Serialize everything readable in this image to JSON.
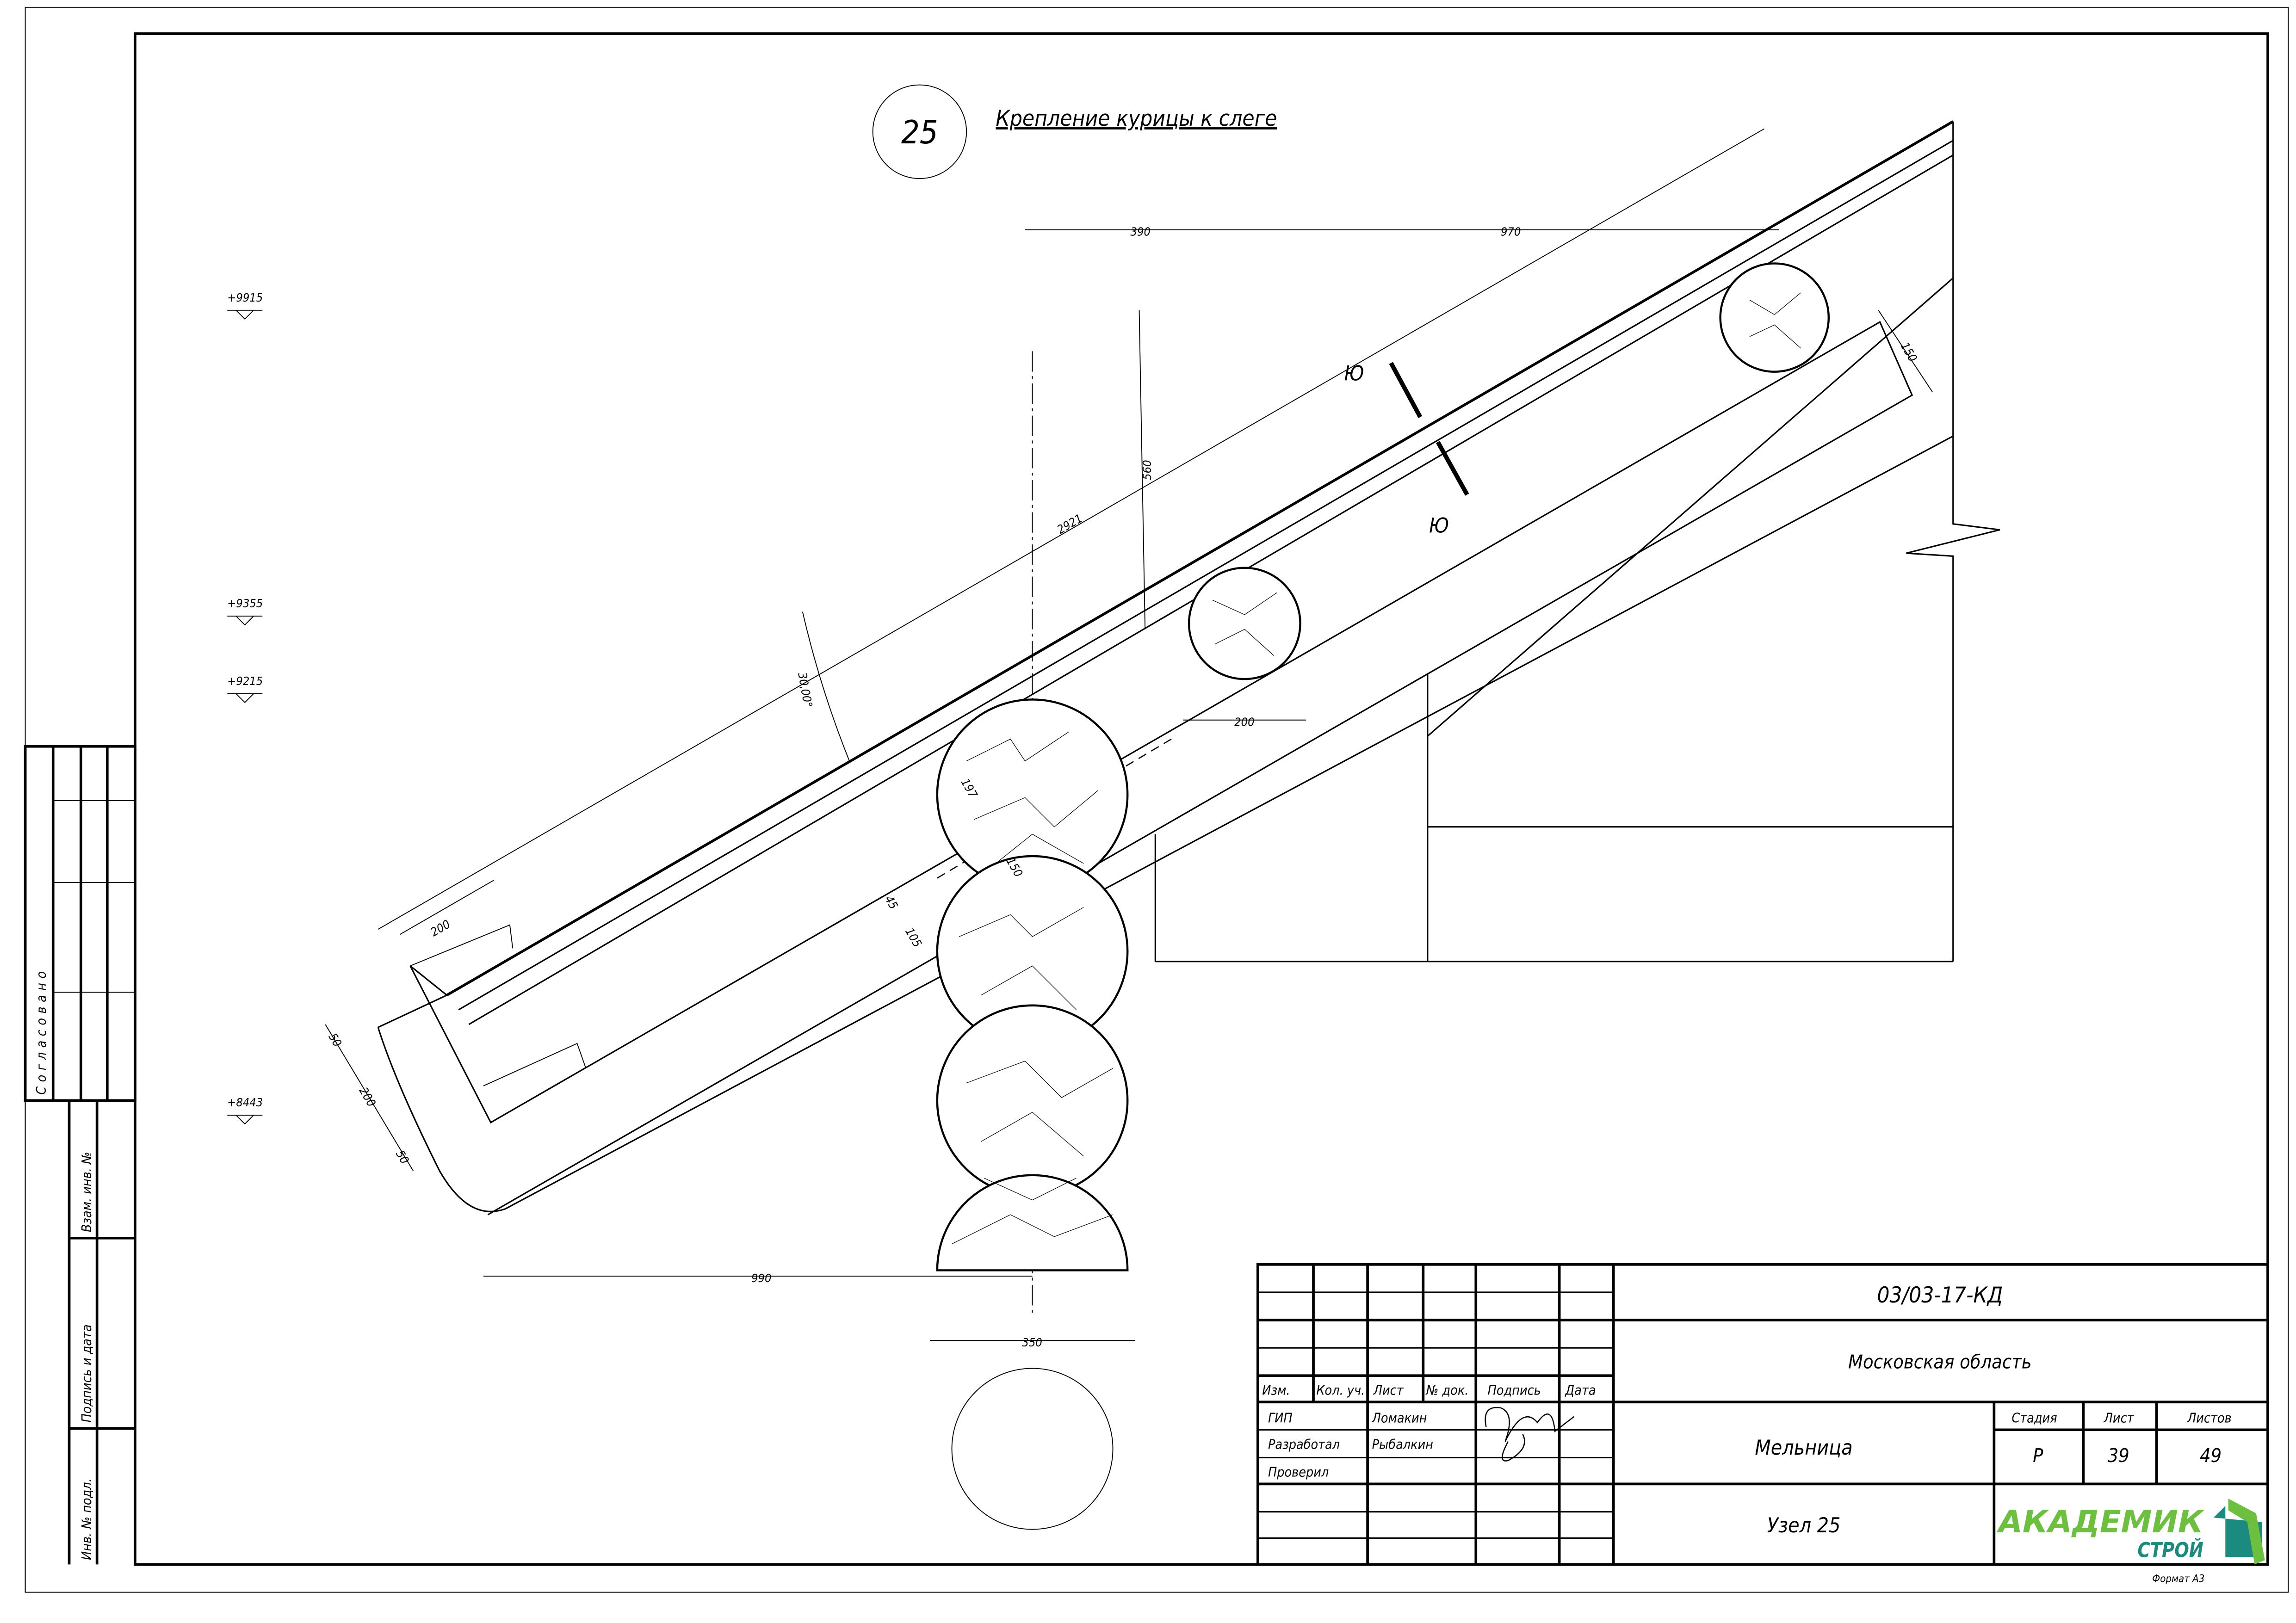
{
  "drawing": {
    "node_number": "25",
    "title": "Крепление курицы к слеге",
    "section_label": "Ю",
    "elevations": [
      "+9915",
      "+9355",
      "+9215",
      "+8443"
    ],
    "dimensions": {
      "d390": "390",
      "d970": "970",
      "d560": "560",
      "d2921": "2921",
      "angle": "30,00°",
      "d200_top": "200",
      "d200_mid": "200",
      "d197": "197",
      "d150_a": "150",
      "d45": "45",
      "d105": "105",
      "d50_a": "50",
      "d200_end": "200",
      "d50_b": "50",
      "d990": "990",
      "d350": "350",
      "d150_b": "150"
    }
  },
  "side_stamp": {
    "agreed": "Согласовано",
    "inv_replace": "Взам. инв. №",
    "sign_date": "Подпись и дата",
    "inv_orig": "Инв. № подл."
  },
  "title_block": {
    "code": "03/03-17-КД",
    "region": "Московская область",
    "object": "Мельница",
    "sheet_name": "Узел 25",
    "headers": {
      "izm": "Изм.",
      "kol": "Кол. уч.",
      "list": "Лист",
      "doc": "№ док.",
      "sign": "Подпись",
      "date": "Дата"
    },
    "roles": [
      {
        "role": "ГИП",
        "name": "Ломакин"
      },
      {
        "role": "Разработал",
        "name": "Рыбалкин"
      },
      {
        "role": "Проверил",
        "name": ""
      }
    ],
    "stage_label": "Стадия",
    "sheet_label": "Лист",
    "sheets_label": "Листов",
    "stage": "Р",
    "sheet": "39",
    "sheets": "49",
    "logo_top": "АКАДЕМИК",
    "logo_bottom": "СТРОЙ",
    "format": "Формат А3",
    "colors": {
      "logo_green": "#6cbf3f",
      "logo_teal": "#1b8a7f"
    }
  }
}
